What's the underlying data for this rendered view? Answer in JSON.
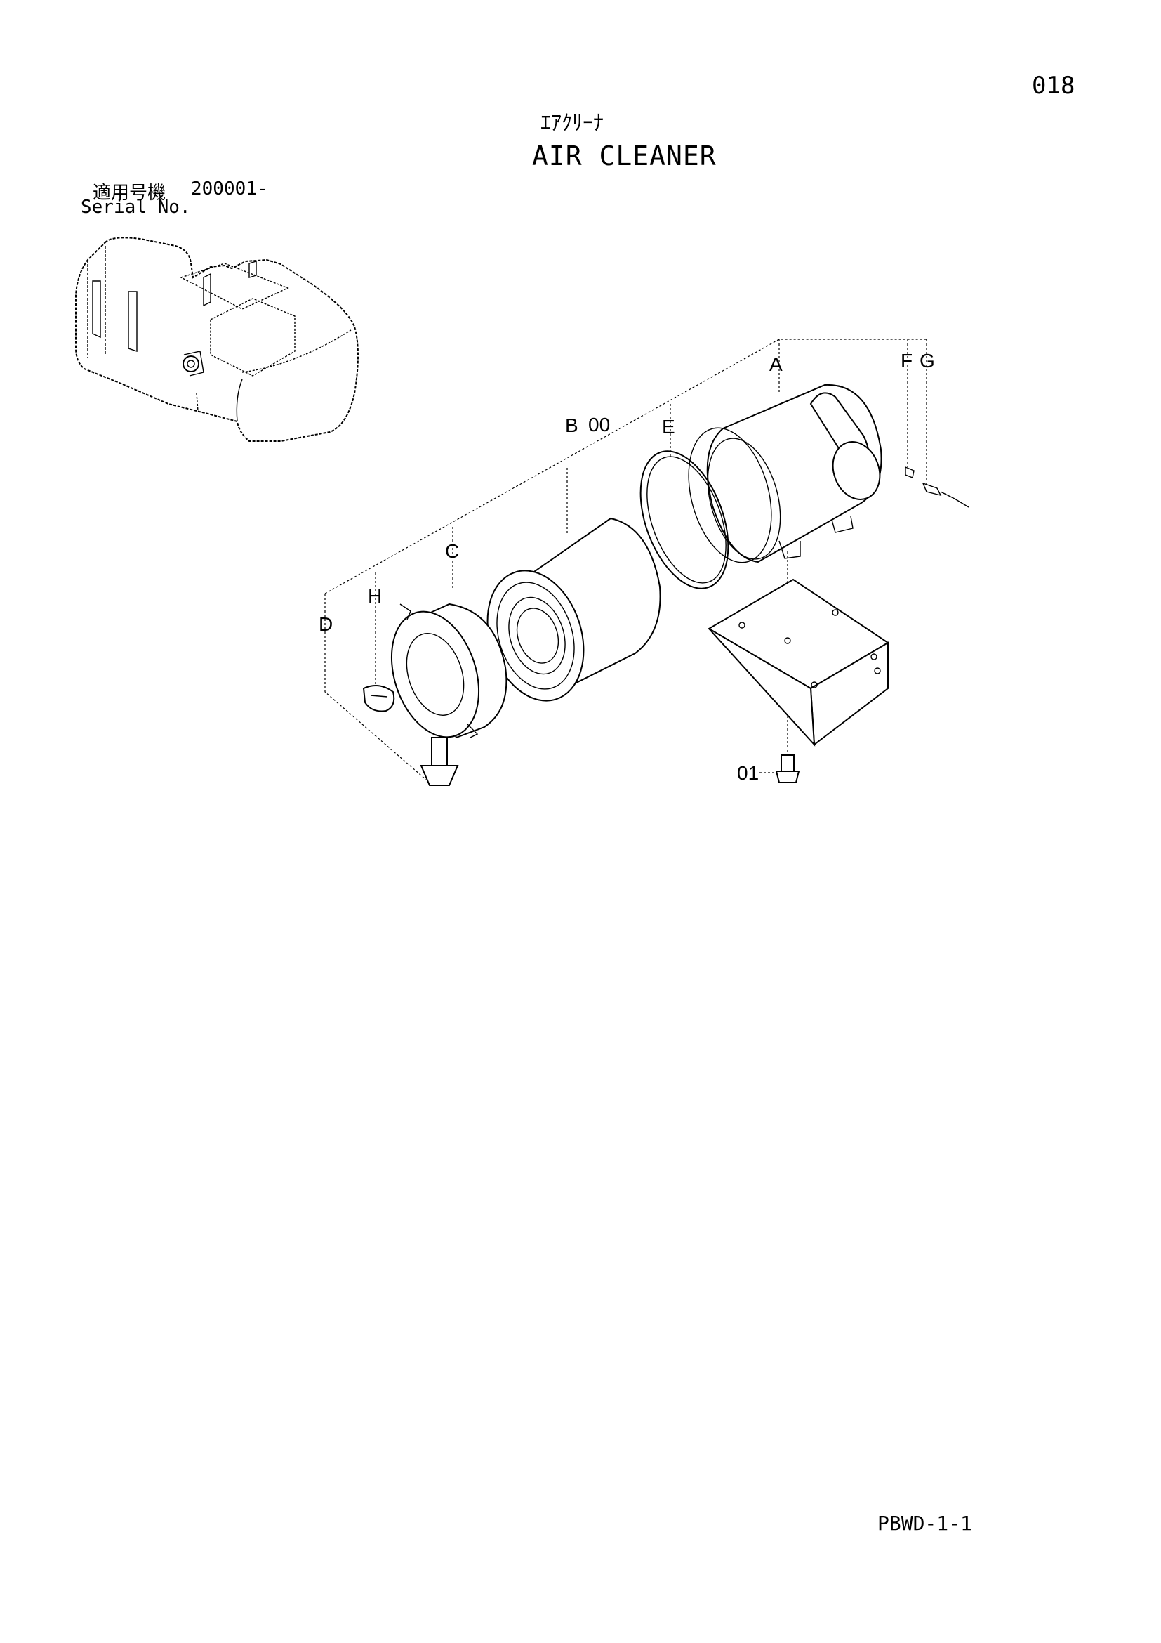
{
  "page_number": "018",
  "title_jp": "ｴｱｸﾘｰﾅ",
  "title_en": "AIR CLEANER",
  "serial": {
    "label_jp": "適用号機",
    "value": "200001-",
    "label_en": "Serial No."
  },
  "callouts": {
    "assembly": "00",
    "bolt": "01",
    "a": "A",
    "b": "B",
    "c": "C",
    "d": "D",
    "e": "E",
    "f": "F",
    "g": "G",
    "h": "H"
  },
  "doc_code": "PBWD-1-1"
}
